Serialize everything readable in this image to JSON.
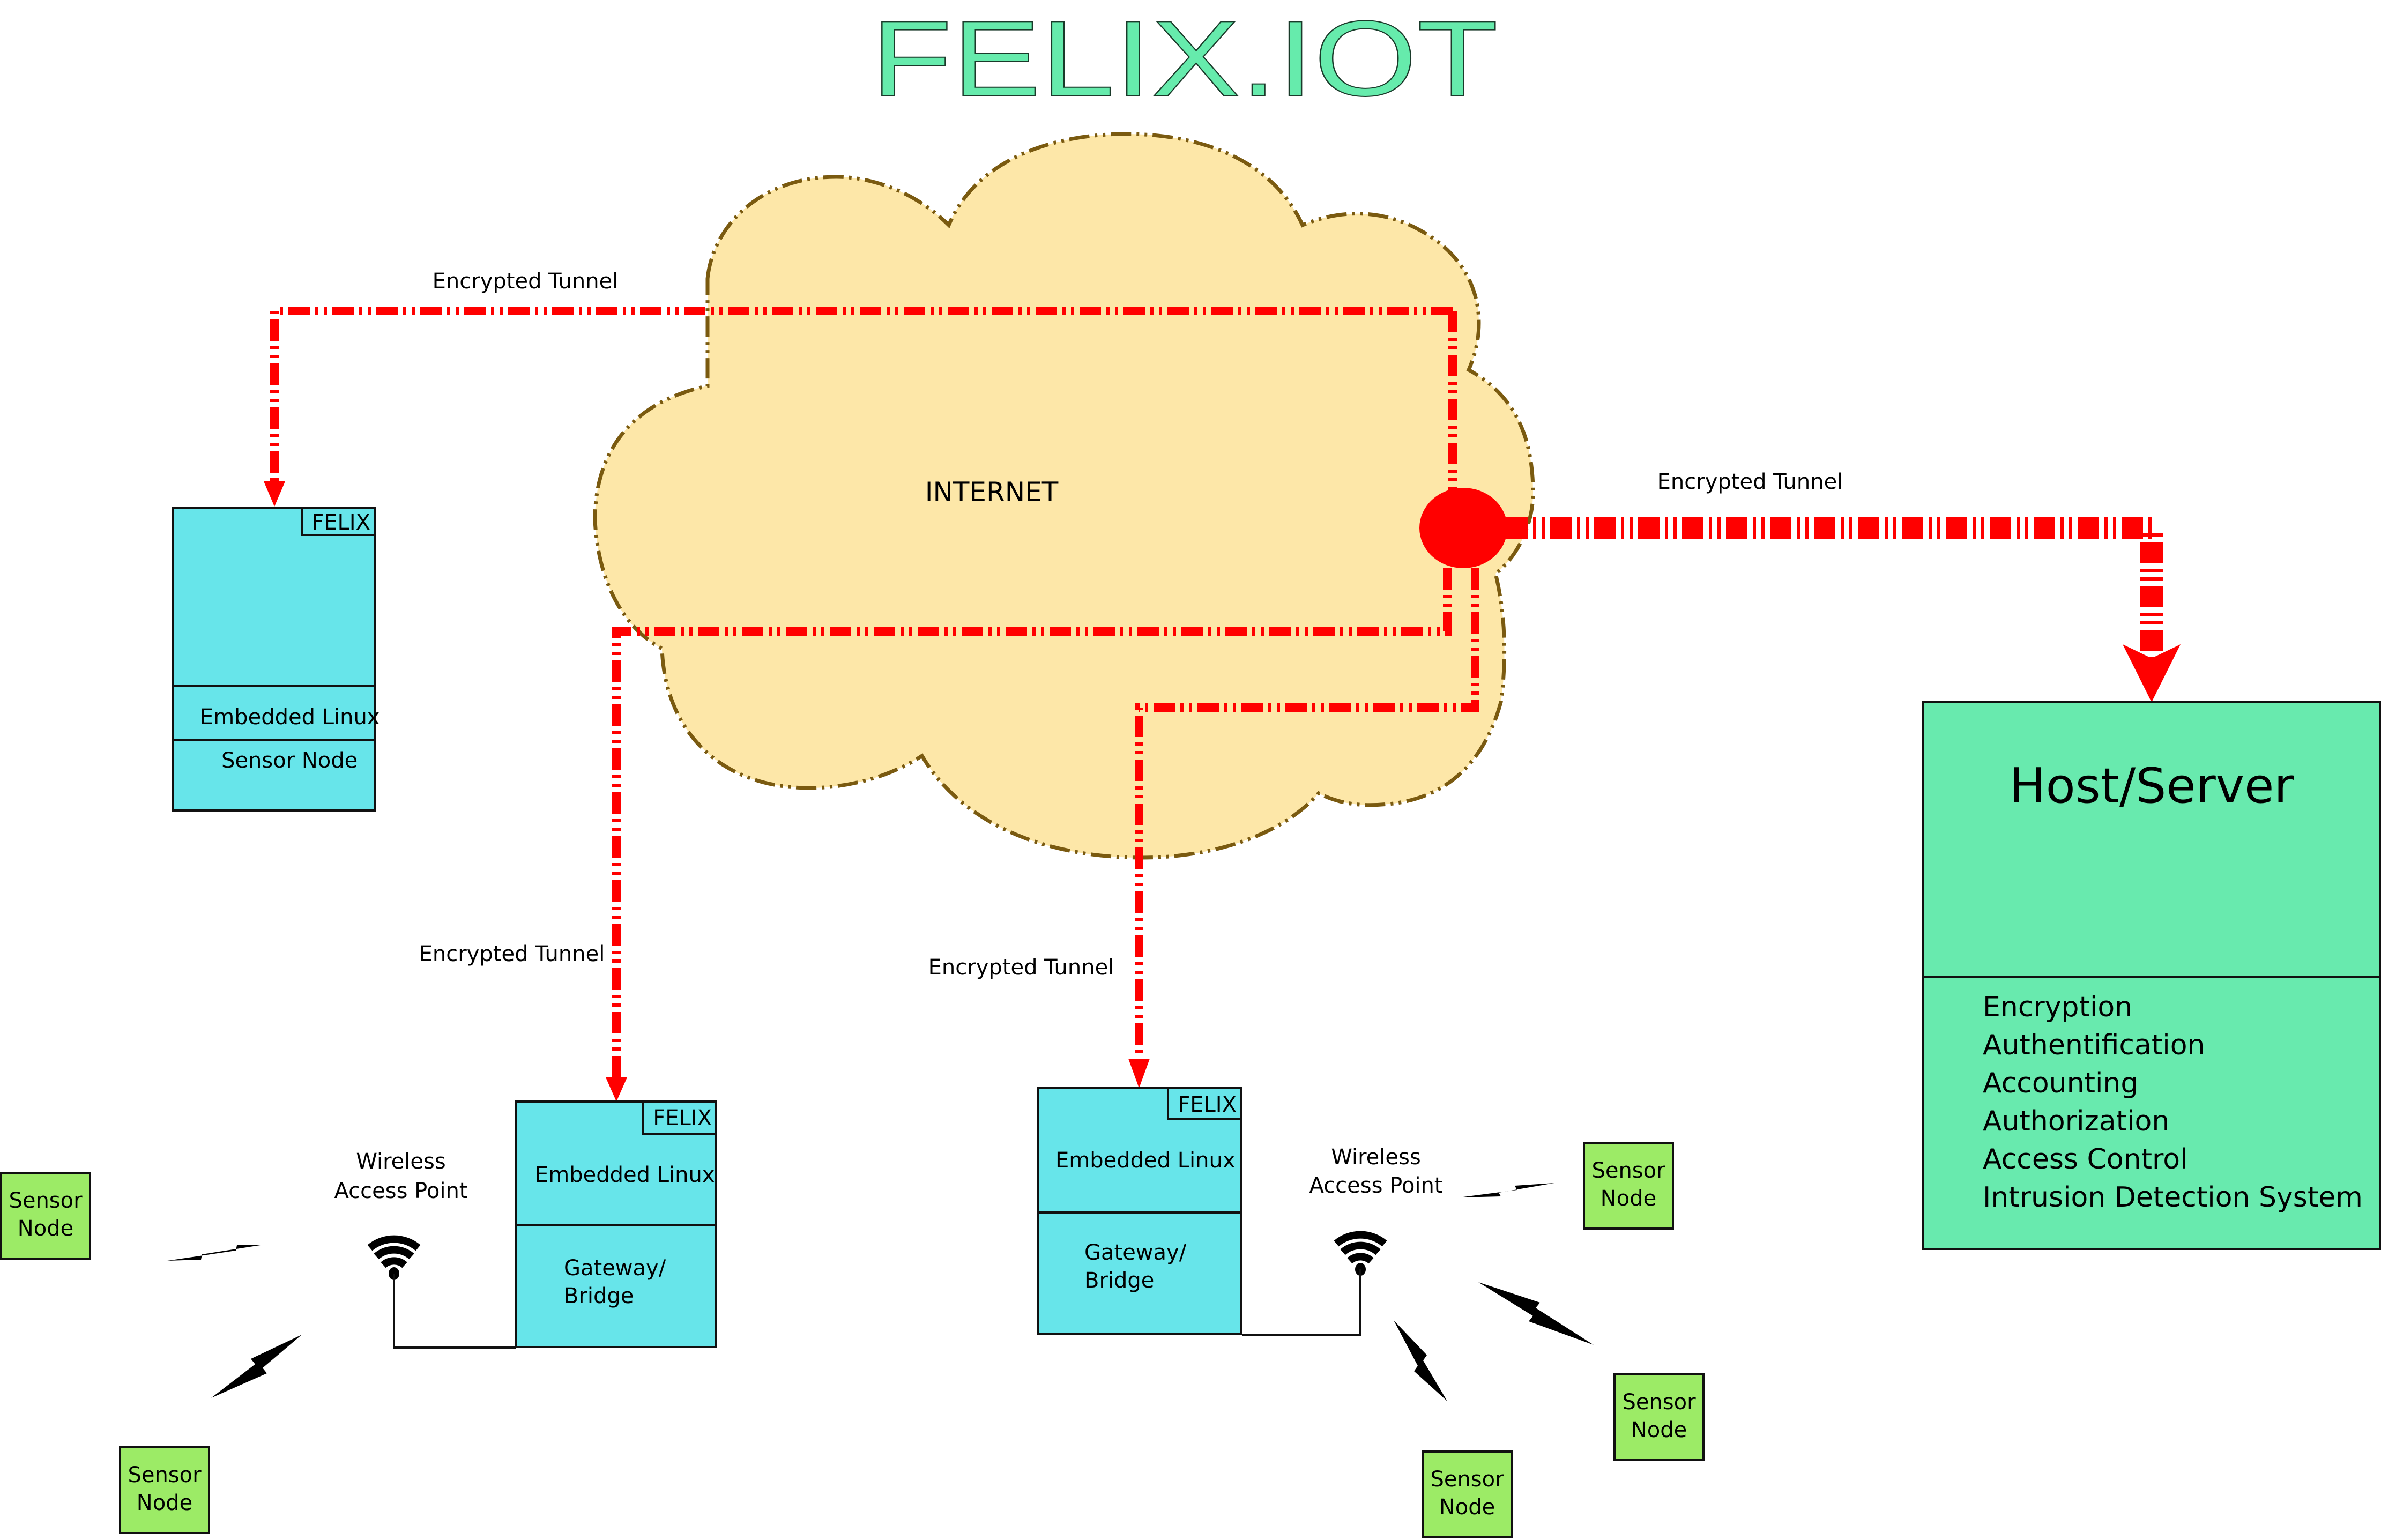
{
  "title": "FELIX.IOT",
  "colors": {
    "title": "#66ebac",
    "cloud_fill": "#fde7a8",
    "cloud_stroke": "#7a5a10",
    "tunnel": "#ff0000",
    "felix_node": "#67e5ea",
    "sensor_node": "#9ceb66",
    "host": "#68eaae"
  },
  "cloud": {
    "label": "INTERNET"
  },
  "tunnels": [
    {
      "label": "Encrypted Tunnel",
      "target": "felix-sensor-node"
    },
    {
      "label": "Encrypted Tunnel",
      "target": "gateway-left"
    },
    {
      "label": "Encrypted Tunnel",
      "target": "gateway-right"
    },
    {
      "label": "Encrypted Tunnel",
      "target": "host-server"
    }
  ],
  "felix_sensor_node": {
    "tag": "FELIX",
    "os": "Embedded Linux",
    "role": "Sensor Node"
  },
  "gateway_left": {
    "tag": "FELIX",
    "os": "Embedded Linux",
    "role_line1": "Gateway/",
    "role_line2": "Bridge",
    "ap_line1": "Wireless",
    "ap_line2": "Access Point"
  },
  "gateway_right": {
    "tag": "FELIX",
    "os": "Embedded Linux",
    "role_line1": "Gateway/",
    "role_line2": "Bridge",
    "ap_line1": "Wireless",
    "ap_line2": "Access Point"
  },
  "sensor_nodes": [
    {
      "line1": "Sensor",
      "line2": "Node"
    },
    {
      "line1": "Sensor",
      "line2": "Node"
    },
    {
      "line1": "Sensor",
      "line2": "Node"
    },
    {
      "line1": "Sensor",
      "line2": "Node"
    },
    {
      "line1": "Sensor",
      "line2": "Node"
    }
  ],
  "host": {
    "title": "Host/Server",
    "features": [
      "Encryption",
      "Authentification",
      "Accounting",
      "Authorization",
      "Access Control",
      "Intrusion Detection System"
    ]
  }
}
